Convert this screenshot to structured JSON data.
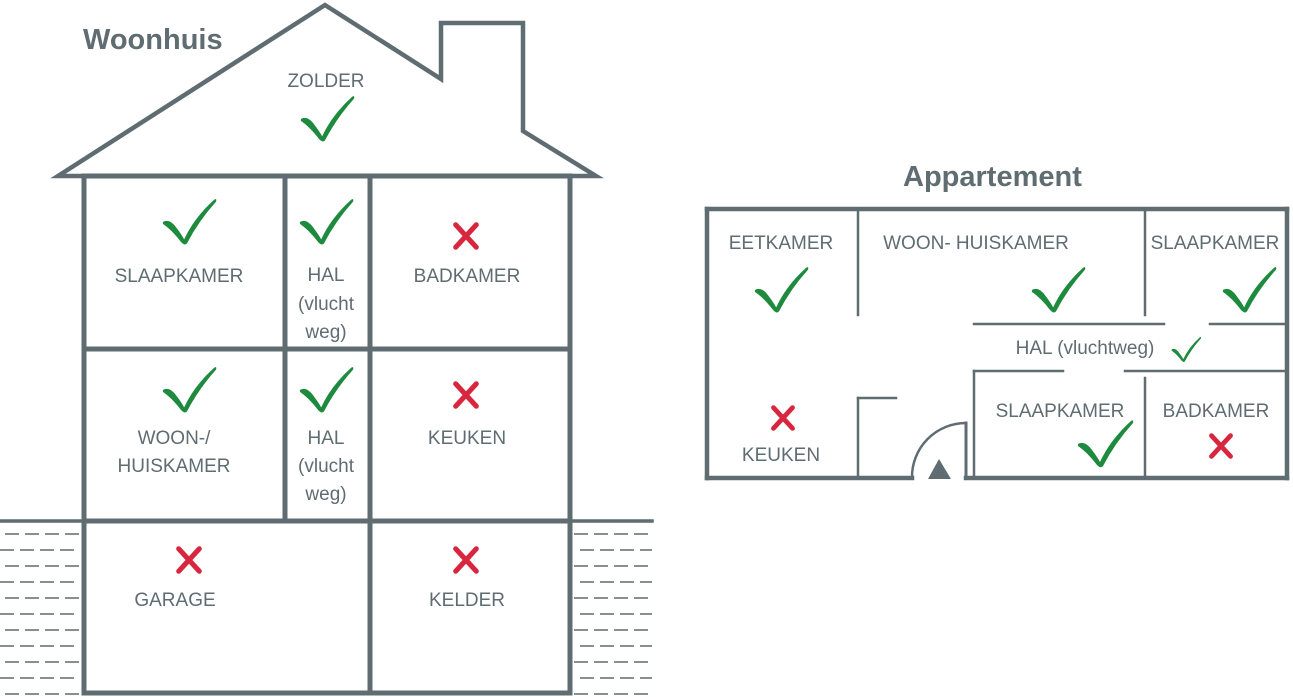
{
  "colors": {
    "wall": "#5f6c71",
    "text": "#5f6c71",
    "check": "#1e8a3e",
    "cross": "#d7263d"
  },
  "house": {
    "title": "Woonhuis",
    "rooms": {
      "zolder": {
        "label": "ZOLDER",
        "status": "check"
      },
      "slaapkamer": {
        "label": "SLAAPKAMER",
        "status": "check"
      },
      "hal_top": {
        "lines": [
          "HAL",
          "(vlucht",
          "weg)"
        ],
        "status": "check"
      },
      "badkamer": {
        "label": "BADKAMER",
        "status": "cross"
      },
      "woonkamer": {
        "lines": [
          "WOON-/",
          "HUISKAMER"
        ],
        "status": "check"
      },
      "hal_mid": {
        "lines": [
          "HAL",
          "(vlucht",
          "weg)"
        ],
        "status": "check"
      },
      "keuken": {
        "label": "KEUKEN",
        "status": "cross"
      },
      "garage": {
        "label": "GARAGE",
        "status": "cross"
      },
      "kelder": {
        "label": "KELDER",
        "status": "cross"
      }
    }
  },
  "apartment": {
    "title": "Appartement",
    "rooms": {
      "eetkamer": {
        "label": "EETKAMER",
        "status": "check"
      },
      "woonkamer": {
        "label": "WOON- HUISKAMER",
        "status": "check"
      },
      "slaapkamer_top": {
        "label": "SLAAPKAMER",
        "status": "check"
      },
      "hal": {
        "label": "HAL (vluchtweg)",
        "status": "check"
      },
      "keuken": {
        "label": "KEUKEN",
        "status": "cross"
      },
      "slaapkamer_bottom": {
        "label": "SLAAPKAMER",
        "status": "check"
      },
      "badkamer": {
        "label": "BADKAMER",
        "status": "cross"
      }
    }
  }
}
